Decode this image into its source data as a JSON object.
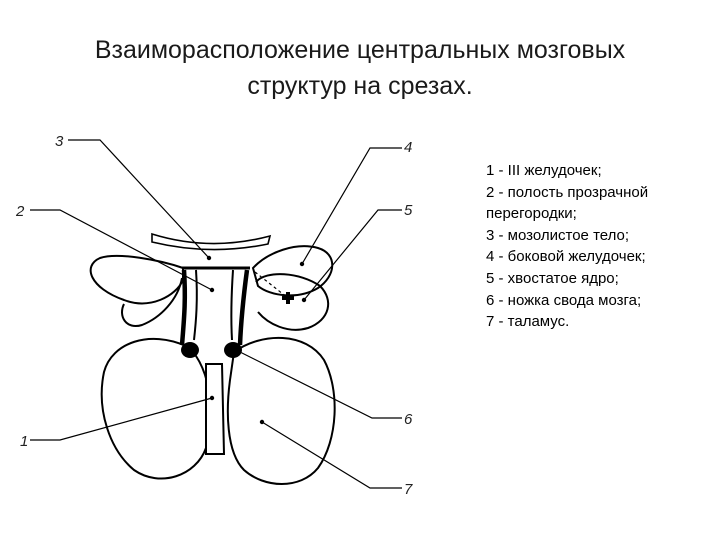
{
  "title": {
    "line1": "Взаиморасположение центральных мозговых",
    "line2": "структур на срезах."
  },
  "legend": [
    "1 - III желудочек;",
    "2 - полость прозрачной",
    "перегородки;",
    "3 - мозолистое тело;",
    "4 - боковой желудочек;",
    "5 - хвостатое ядро;",
    "6 - ножка свода мозга;",
    "7 - таламус."
  ],
  "diagram": {
    "labels": [
      "1",
      "2",
      "3",
      "4",
      "5",
      "6",
      "7"
    ]
  }
}
